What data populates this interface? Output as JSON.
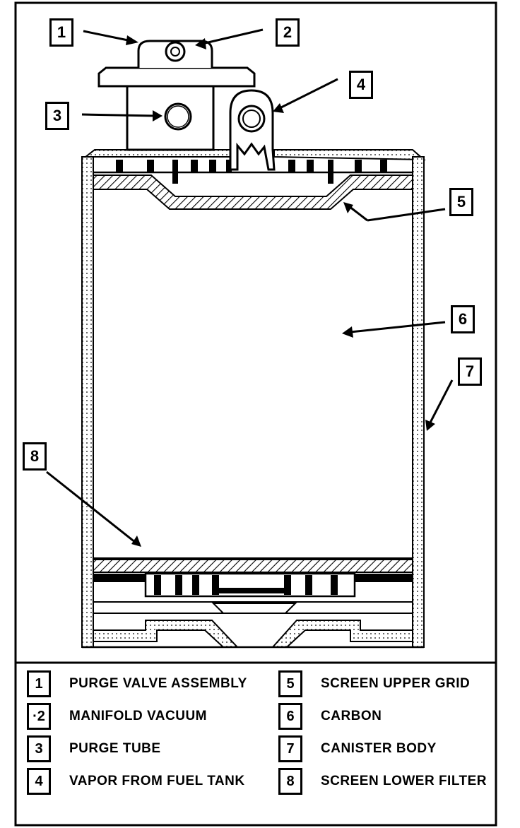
{
  "callouts": [
    {
      "number": "1"
    },
    {
      "number": "2"
    },
    {
      "number": "3"
    },
    {
      "number": "4"
    },
    {
      "number": "5"
    },
    {
      "number": "6"
    },
    {
      "number": "7"
    },
    {
      "number": "8"
    }
  ],
  "legend": [
    {
      "number": "1",
      "label": "PURGE VALVE ASSEMBLY"
    },
    {
      "number": "·2",
      "label": "MANIFOLD VACUUM"
    },
    {
      "number": "3",
      "label": "PURGE TUBE"
    },
    {
      "number": "4",
      "label": "VAPOR FROM FUEL TANK"
    },
    {
      "number": "5",
      "label": "SCREEN UPPER GRID"
    },
    {
      "number": "6",
      "label": "CARBON"
    },
    {
      "number": "7",
      "label": "CANISTER BODY"
    },
    {
      "number": "8",
      "label": "SCREEN LOWER FILTER"
    }
  ]
}
